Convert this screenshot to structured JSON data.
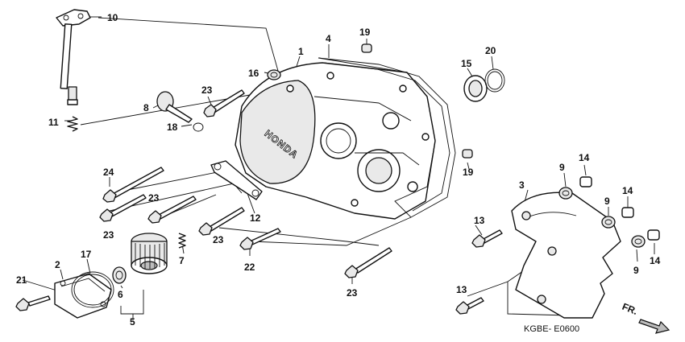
{
  "diagram": {
    "reference_code": "KGBE- E0600",
    "direction_label": "FR.",
    "cover_brand": "HONDA",
    "callouts": {
      "c1": "1",
      "c2": "2",
      "c3": "3",
      "c4": "4",
      "c5": "5",
      "c6": "6",
      "c7": "7",
      "c8": "8",
      "c9a": "9",
      "c9b": "9",
      "c9c": "9",
      "c10": "10",
      "c11": "11",
      "c12": "12",
      "c13a": "13",
      "c13b": "13",
      "c14a": "14",
      "c14b": "14",
      "c14c": "14",
      "c15": "15",
      "c16": "16",
      "c17": "17",
      "c18": "18",
      "c19a": "19",
      "c19b": "19",
      "c20": "20",
      "c21": "21",
      "c22": "22",
      "c23a": "23",
      "c23b": "23",
      "c23c": "23",
      "c23d": "23",
      "c23e": "23",
      "c24": "24"
    }
  }
}
